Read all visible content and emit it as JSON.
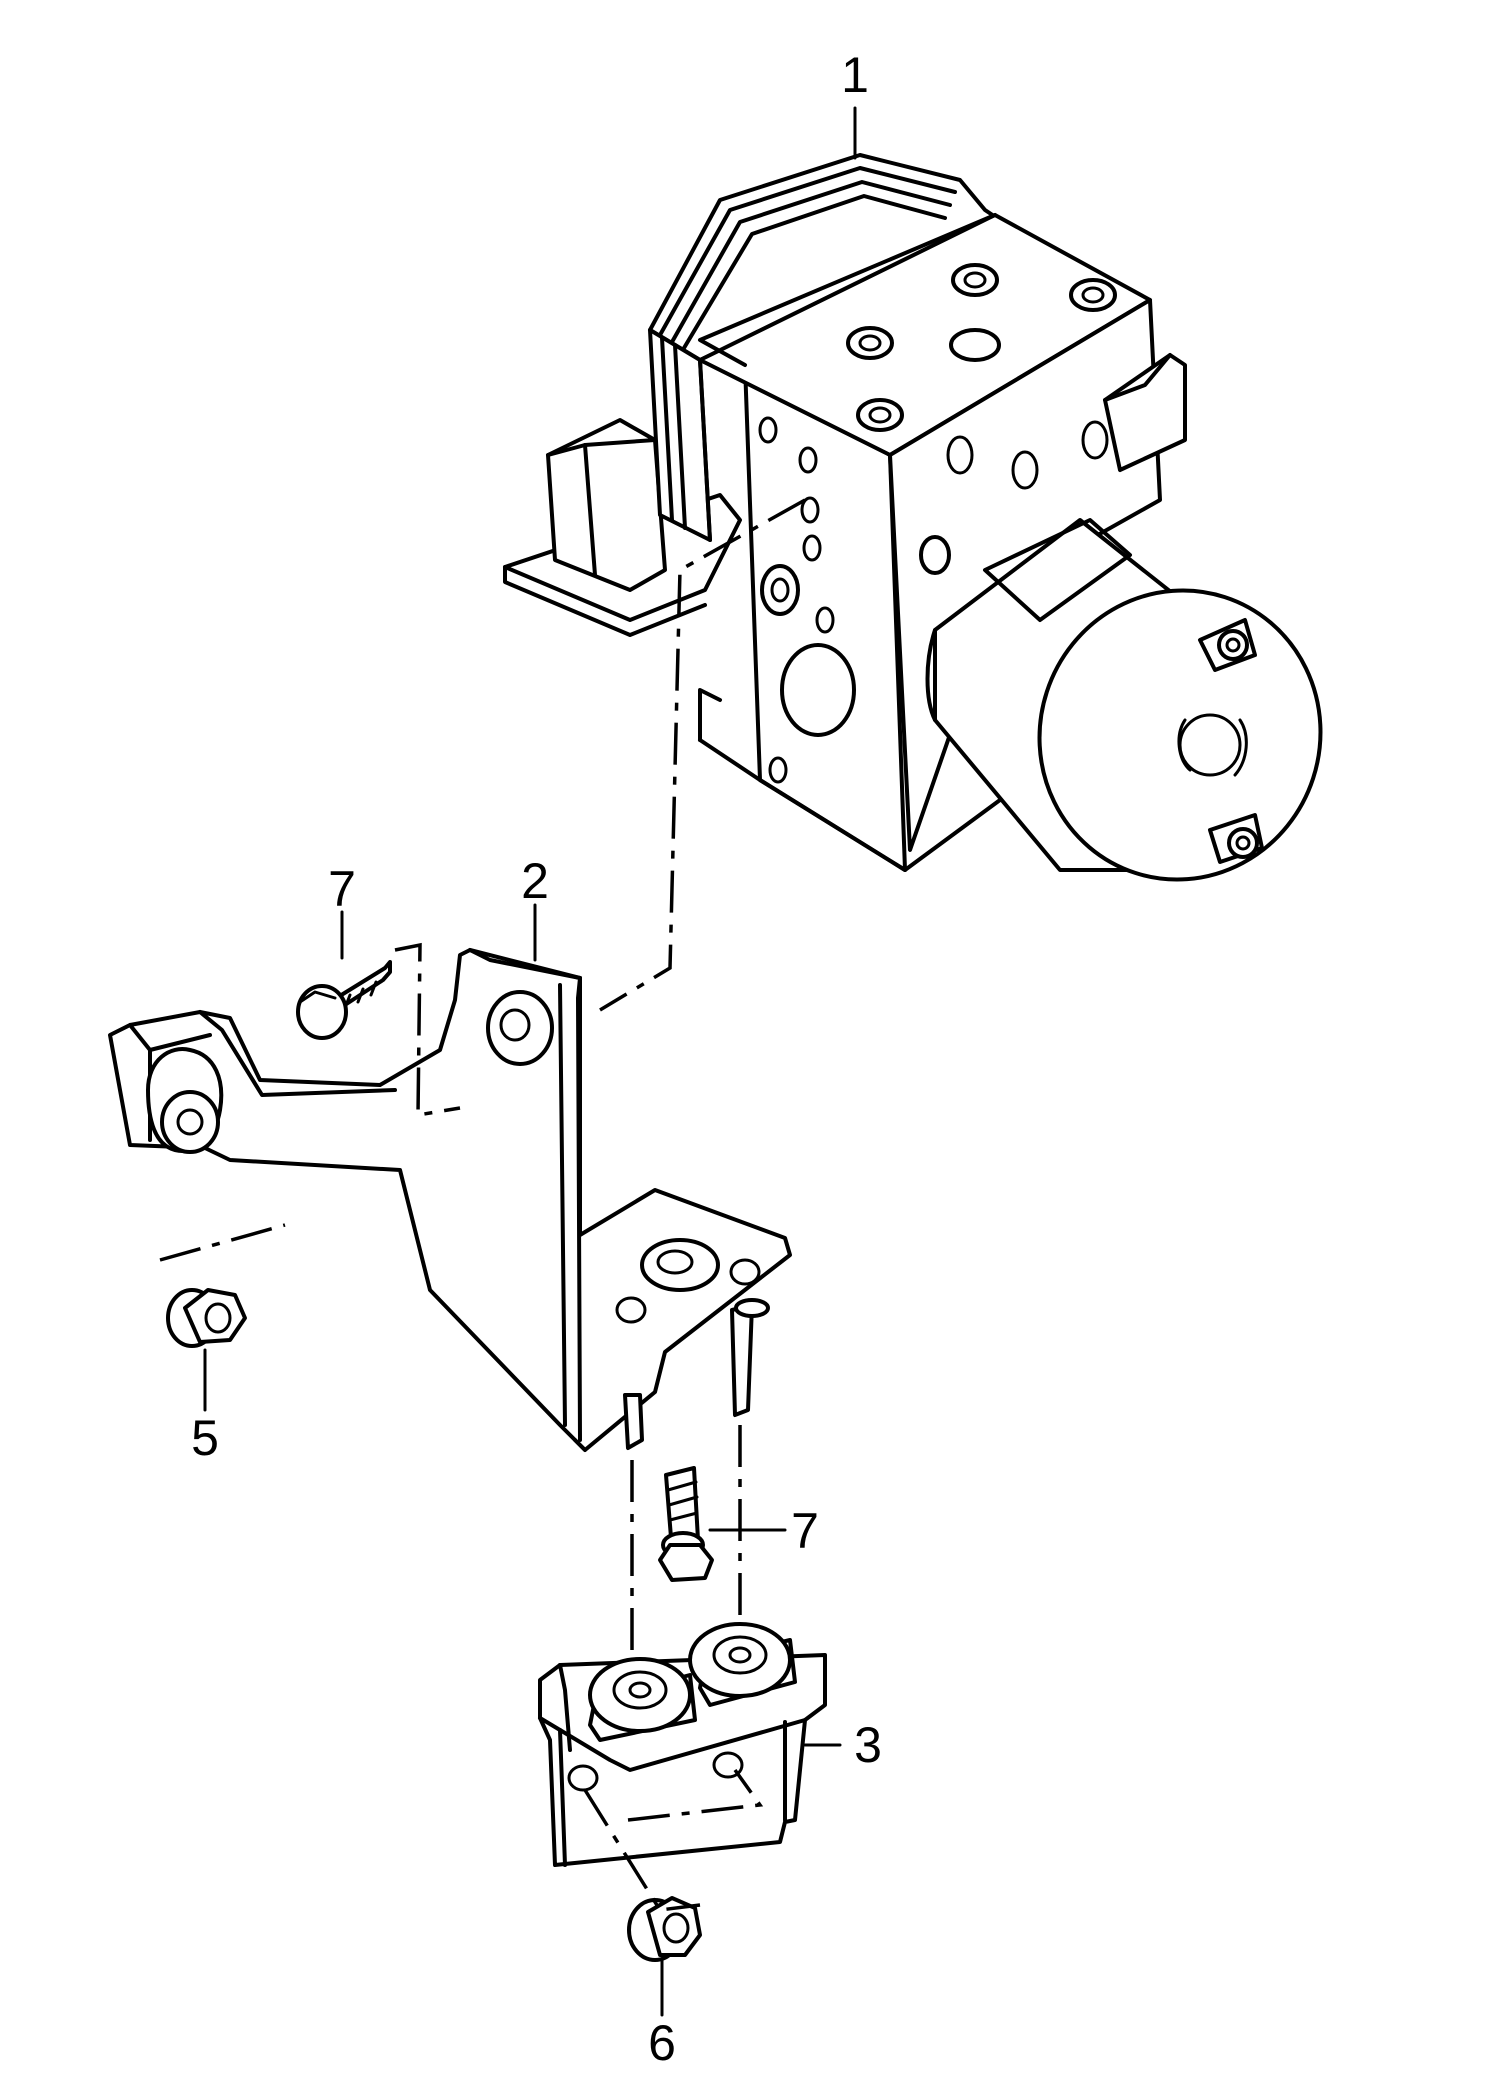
{
  "diagram": {
    "callouts": [
      {
        "id": "1",
        "label": "1"
      },
      {
        "id": "2",
        "label": "2"
      },
      {
        "id": "3",
        "label": "3"
      },
      {
        "id": "5",
        "label": "5"
      },
      {
        "id": "6",
        "label": "6"
      },
      {
        "id": "7a",
        "label": "7"
      },
      {
        "id": "7b",
        "label": "7"
      }
    ]
  }
}
